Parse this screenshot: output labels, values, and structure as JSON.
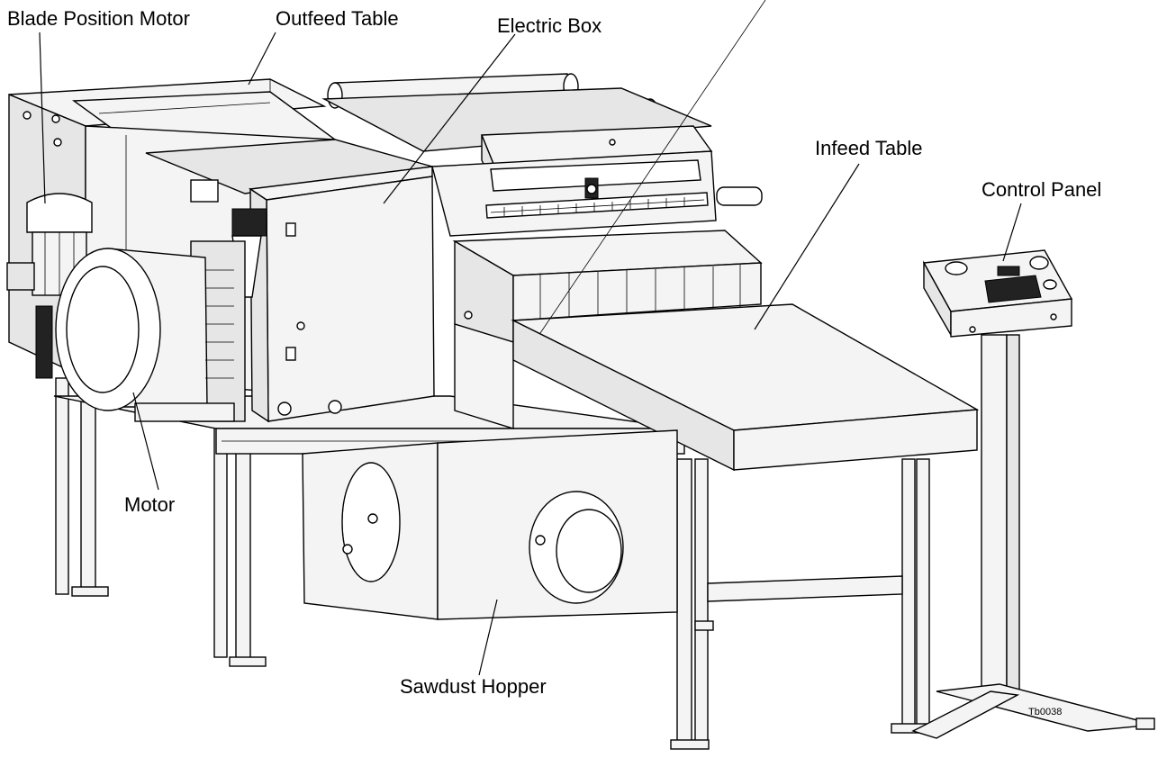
{
  "diagram": {
    "callouts": {
      "blade_position_motor": "Blade Position Motor",
      "outfeed_table": "Outfeed Table",
      "electric_box": "Electric Box",
      "infeed_table": "Infeed Table",
      "control_panel": "Control Panel",
      "motor": "Motor",
      "sawdust_hopper": "Sawdust Hopper"
    },
    "figure_id": "Tb0038"
  }
}
